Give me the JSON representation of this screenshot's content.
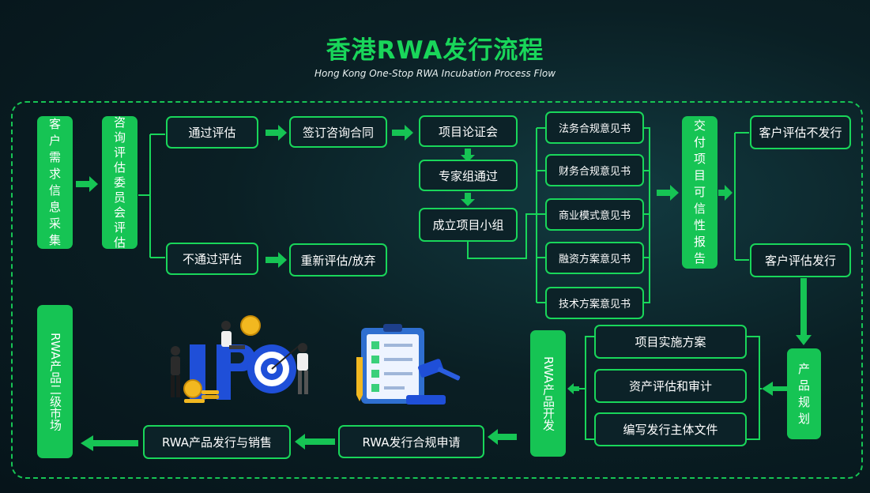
{
  "title": "香港RWA发行流程",
  "subtitle": "Hong Kong One-Stop RWA Incubation Process Flow",
  "nodes": {
    "collect": "客户需求信息采集",
    "committee": "咨询评估委员会评估",
    "pass": "通过评估",
    "fail": "不通过评估",
    "sign": "签订咨询合同",
    "reassess": "重新评估/放弃",
    "demo": "项目论证会",
    "expert": "专家组通过",
    "team": "成立项目小组",
    "legal": "法务合规意见书",
    "finance": "财务合规意见书",
    "business": "商业模式意见书",
    "financing": "融资方案意见书",
    "tech": "技术方案意见书",
    "deliver": "交付项目可信性报告",
    "not_issue": "客户评估不发行",
    "issue": "客户评估发行",
    "plan": "产品规划",
    "impl": "项目实施方案",
    "audit": "资产评估和审计",
    "docs": "编写发行主体文件",
    "dev": "RWA产品开发",
    "apply": "RWA发行合规申请",
    "sale": "RWA产品发行与销售",
    "market": "RWA产品二级市场"
  },
  "colors": {
    "accent": "#19d65a",
    "fill": "#16c454",
    "background": "#0a1f24"
  },
  "illustrations": [
    "ipo-illustration",
    "compliance-checklist-illustration"
  ]
}
